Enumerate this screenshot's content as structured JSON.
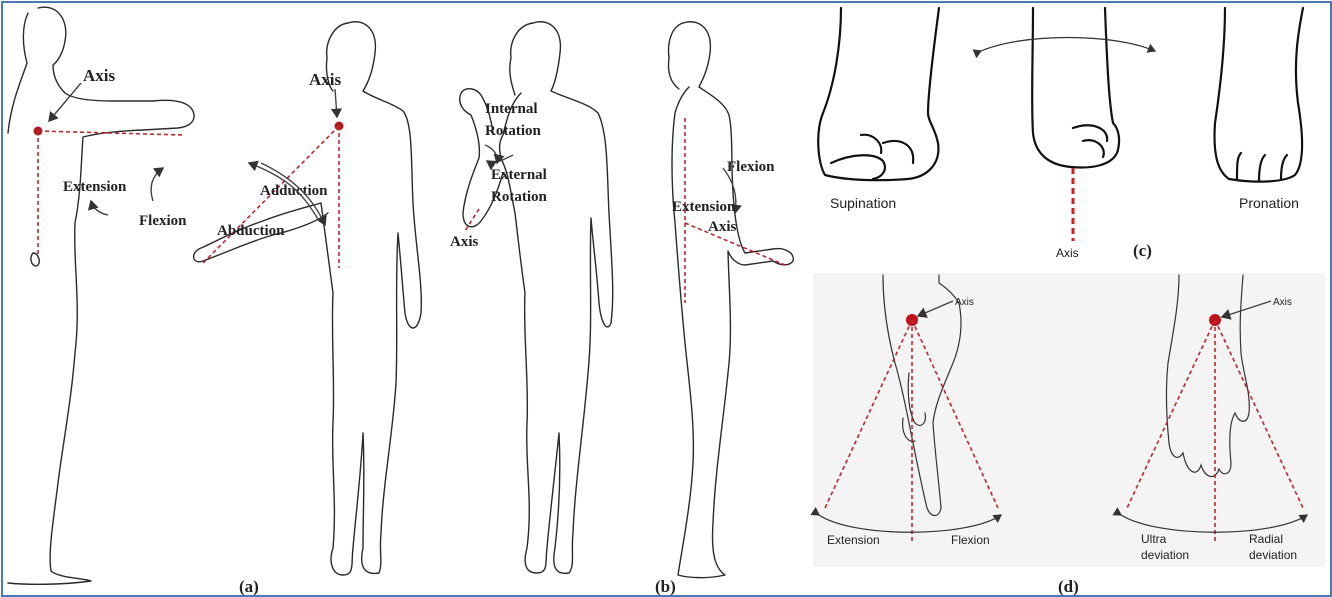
{
  "panel_a": {
    "caption": "(a)",
    "label_axis_1": "Axis",
    "label_extension": "Extension",
    "label_flexion": "Flexion",
    "label_axis_2": "Axis",
    "label_adduction": "Adduction",
    "label_abduction": "Abduction"
  },
  "panel_b": {
    "caption": "(b)",
    "label_internal_1": "Internal",
    "label_internal_2": "Rotation",
    "label_external_1": "External",
    "label_external_2": "Rotation",
    "label_axis_rot": "Axis",
    "label_flexion": "Flexion",
    "label_extension": "Extension",
    "label_axis_elbow": "Axis"
  },
  "panel_c": {
    "caption": "(c)",
    "label_supination": "Supination",
    "label_pronation": "Pronation",
    "label_axis": "Axis"
  },
  "panel_d": {
    "caption": "(d)",
    "label_axis_left": "Axis",
    "label_axis_right": "Axis",
    "label_extension": "Extension",
    "label_flexion": "Flexion",
    "label_ultra_1": "Ultra",
    "label_ultra_2": "deviation",
    "label_radial_1": "Radial",
    "label_radial_2": "deviation"
  },
  "colors": {
    "frame": "#4a7ab5",
    "axis": "#c0272d",
    "panel_d_bg": "#f4f4f4"
  }
}
